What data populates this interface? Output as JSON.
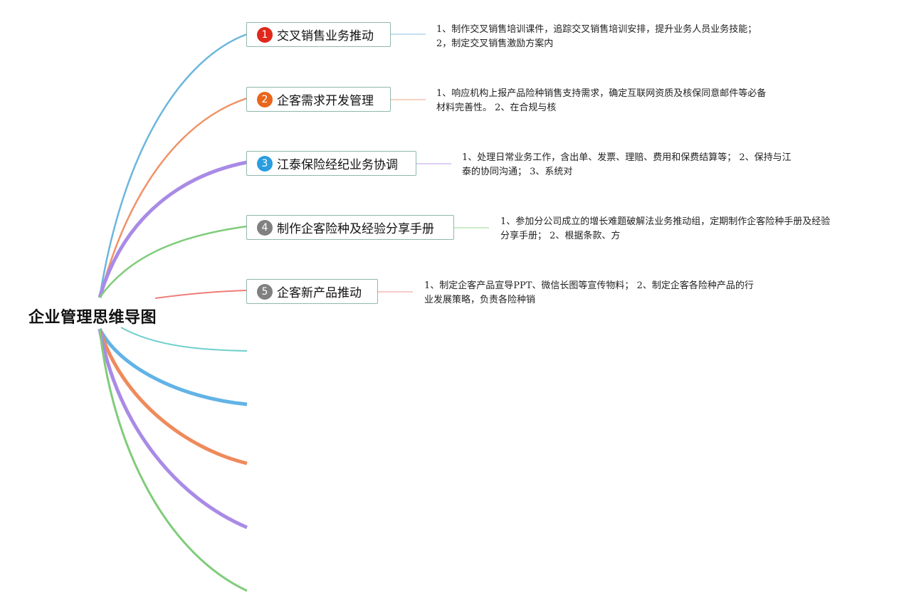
{
  "root": {
    "title": "企业管理思维导图"
  },
  "topics": [
    {
      "number": "1",
      "label": "交叉销售业务推动",
      "badge_color": "#e0281b",
      "line_color": "#6bb6dd",
      "desc_lines": [
        "1、制作交叉销售培训课件，追踪交叉销售培训安排，提升业务人员业务技能；",
        "2，制定交叉销售激励方案内"
      ]
    },
    {
      "number": "2",
      "label": "企客需求开发管理",
      "badge_color": "#e8661d",
      "line_color": "#ef9267",
      "desc_lines": [
        "1、响应机构上报产品险种销售支持需求，确定互联网资质及核保同意邮件等必备",
        "材料完善性。 2、在合规与核"
      ]
    },
    {
      "number": "3",
      "label": "江泰保险经纪业务协调",
      "badge_color": "#2a9de0",
      "line_color": "#a98be6",
      "desc_lines": [
        "1、处理日常业务工作，含出单、发票、理赔、费用和保费结算等； 2、保持与江",
        "泰的协同沟通； 3、系统对"
      ]
    },
    {
      "number": "4",
      "label": "制作企客险种及经验分享手册",
      "badge_color": "#808080",
      "line_color": "#7fcc7a",
      "desc_lines": [
        "1、参加分公司成立的增长难题破解法业务推动组，定期制作企客险种手册及经验",
        "分享手册； 2、根据条款、方"
      ]
    },
    {
      "number": "5",
      "label": "企客新产品推动",
      "badge_color": "#808080",
      "line_color": "#ee7d77",
      "desc_lines": [
        "1、制定企客产品宣导PPT、微信长图等宣传物料； 2、制定企客各险种产品的行",
        "业发展策略，负责各险种销"
      ]
    }
  ],
  "empty_branch_colors": [
    "#6fd0cc",
    "#62b3e6",
    "#ef8a5c",
    "#a98be6",
    "#7fcc7a"
  ]
}
